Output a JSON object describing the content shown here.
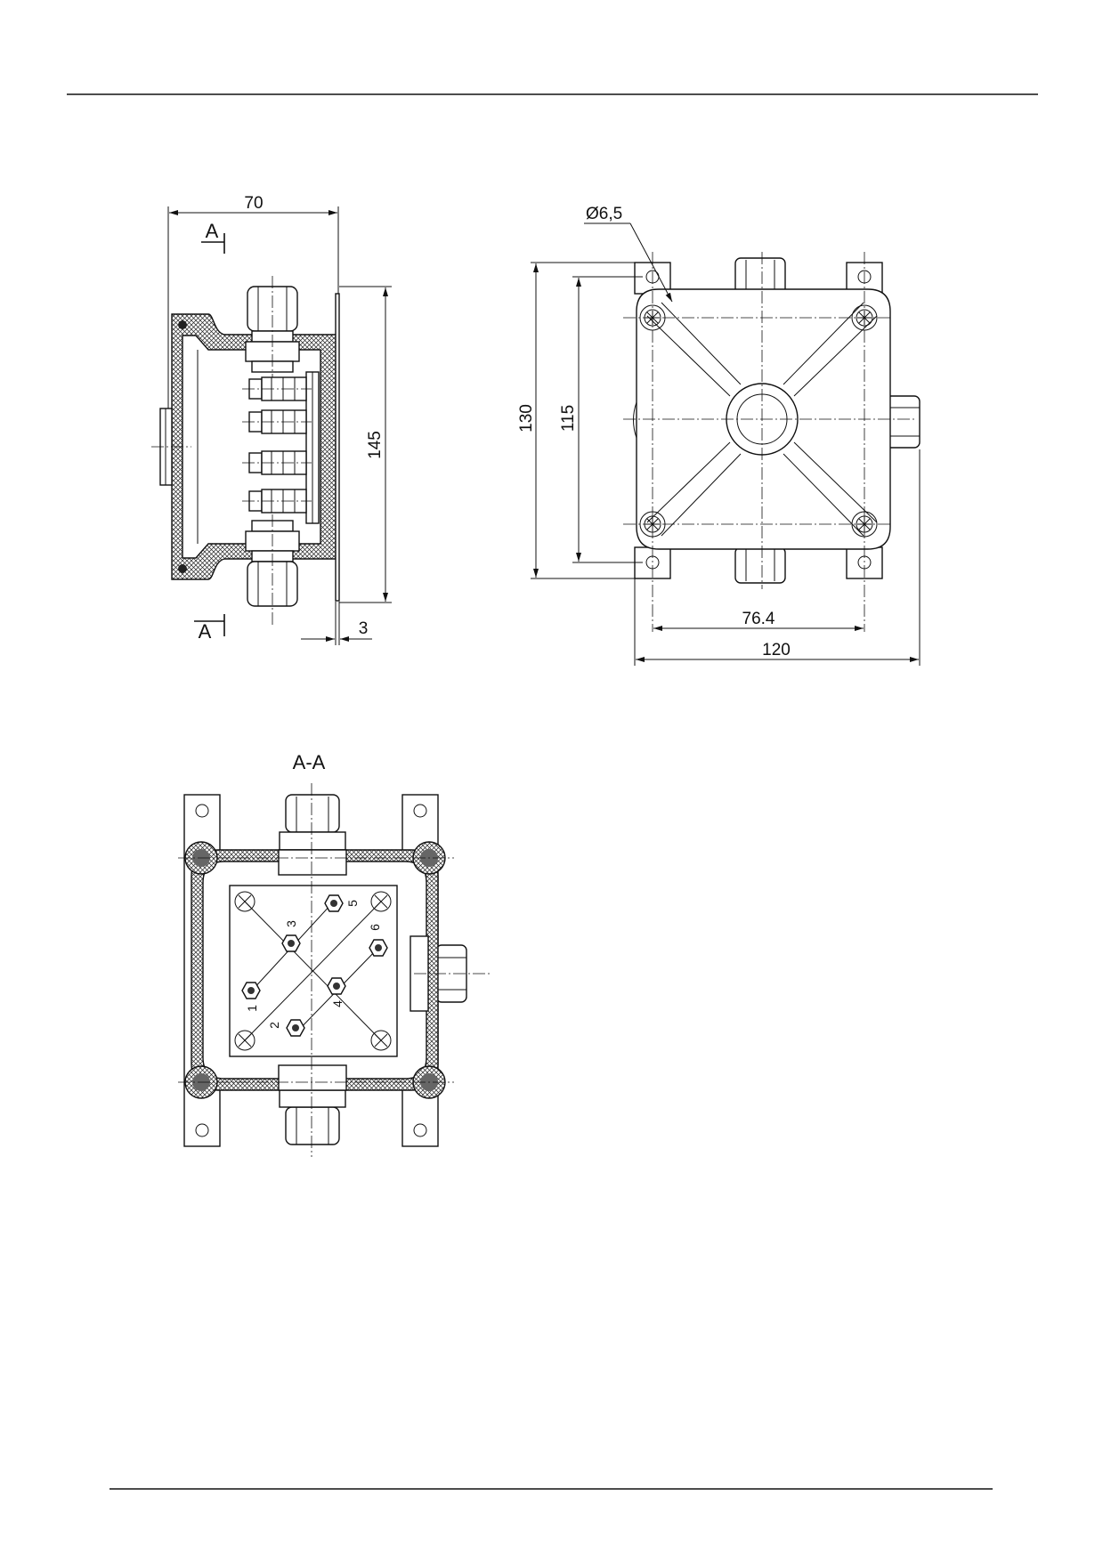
{
  "views": {
    "side": {
      "dim_width": "70",
      "dim_height": "145",
      "dim_plate": "3",
      "section_mark": "A"
    },
    "front": {
      "dim_hole": "Ø6,5",
      "dim_outer_height": "130",
      "dim_hole_spacing_v": "115",
      "dim_hole_spacing_h": "76.4",
      "dim_outer_width": "120"
    },
    "section": {
      "title": "A-A",
      "terminals": [
        "1",
        "2",
        "3",
        "4",
        "5",
        "6"
      ]
    }
  }
}
